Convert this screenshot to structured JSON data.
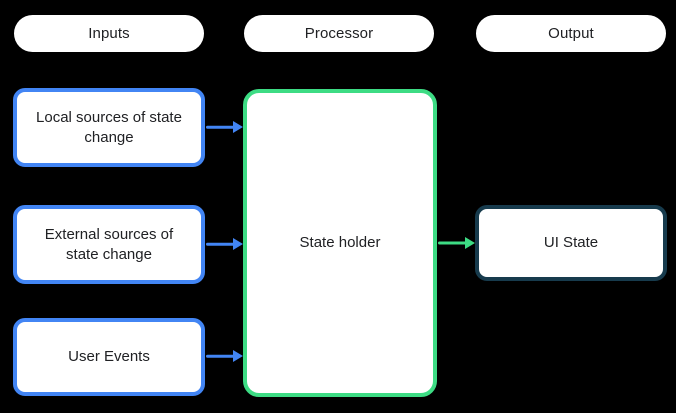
{
  "headers": {
    "inputs": "Inputs",
    "processor": "Processor",
    "output": "Output"
  },
  "nodes": {
    "local_sources": "Local sources of state change",
    "external_sources": "External sources of state change",
    "user_events": "User Events",
    "state_holder": "State holder",
    "ui_state": "UI State"
  },
  "arrows": [
    {
      "from": "local_sources",
      "to": "state_holder",
      "color": "#4285F4"
    },
    {
      "from": "external_sources",
      "to": "state_holder",
      "color": "#4285F4"
    },
    {
      "from": "user_events",
      "to": "state_holder",
      "color": "#4285F4"
    },
    {
      "from": "state_holder",
      "to": "ui_state",
      "color": "#3DDC84"
    }
  ],
  "colors": {
    "background": "#000000",
    "input_accent": "#4285F4",
    "processor_accent": "#3DDC84",
    "output_accent": "#173B4D",
    "node_fill": "#FFFFFF",
    "text": "#202124"
  }
}
